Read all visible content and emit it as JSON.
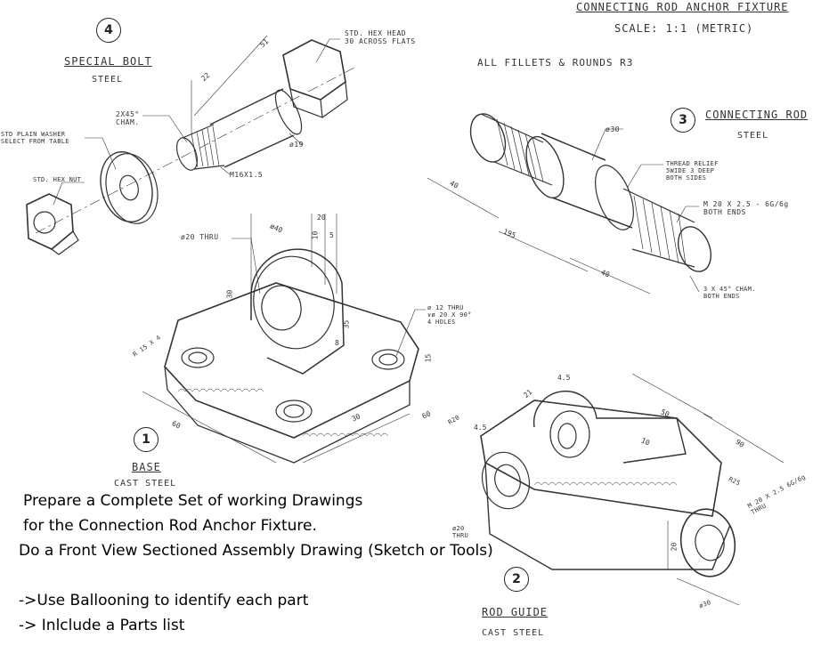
{
  "header": {
    "title": "CONNECTING ROD ANCHOR FIXTURE",
    "scale": "SCALE: 1:1 (METRIC)",
    "note": "ALL FILLETS & ROUNDS R3"
  },
  "parts": [
    {
      "number": "4",
      "name": "SPECIAL BOLT",
      "material": "STEEL"
    },
    {
      "number": "3",
      "name": "CONNECTING ROD",
      "material": "STEEL"
    },
    {
      "number": "1",
      "name": "BASE",
      "material": "CAST STEEL"
    },
    {
      "number": "2",
      "name": "ROD GUIDE",
      "material": "CAST STEEL"
    }
  ],
  "callouts": {
    "hex_head": "STD. HEX HEAD\n30 ACROSS FLATS",
    "cham": "2X45°\nCHAM.",
    "washer": "STD PLAIN WASHER\nSELECT FROM TABLE",
    "hex_nut": "STD. HEX NUT",
    "bolt_thread": "M16X1.5",
    "bolt_dia": "ø19",
    "rod_dia": "ø30",
    "thread_relief": "THREAD RELIEF\n5WIDE 3 DEEP\nBOTH SIDES",
    "rod_thread": "M 20 X 2.5 - 6G/6g\nBOTH ENDS",
    "rod_cham": "3 X 45° CHAM.\nBOTH ENDS",
    "base_thru": "ø20 THRU",
    "base_holes": "ø 12 THRU\n∨ø 20 X 90°\n4 HOLES",
    "base_r": "R 15 X 4",
    "guide_thru": "ø20\nTHRU",
    "guide_thread": "M 20 X 2.5 6G/6g\nTHRU",
    "guide_r20": "R20",
    "guide_r25": "R25",
    "guide_dia30": "ø30"
  },
  "dims": {
    "bolt_51": "51",
    "bolt_22": "22",
    "rod_40a": "40",
    "rod_195": "195",
    "rod_40b": "40",
    "base_40": "ø40",
    "base_20": "20",
    "base_10": "10",
    "base_5": "5",
    "base_15": "15",
    "base_30a": "30",
    "base_60a": "60",
    "base_60b": "60",
    "base_30b": "30",
    "base_8": "8",
    "base_35": "35",
    "guide_21": "21",
    "guide_4_5a": "4.5",
    "guide_4_5b": "4.5",
    "guide_50": "50",
    "guide_10": "10",
    "guide_90": "90",
    "guide_20": "20"
  },
  "instructions": [
    "Prepare a Complete Set of working Drawings",
    "for the Connection Rod Anchor Fixture.",
    "Do a Front View Sectioned Assembly Drawing (Sketch or Tools)",
    "->Use Ballooning to identify each part",
    "-> Inlclude a Parts list"
  ]
}
